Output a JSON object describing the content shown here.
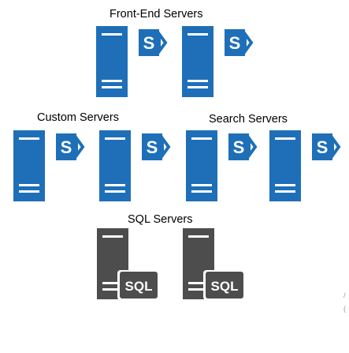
{
  "groups": {
    "front_end": {
      "label": "Front-End Servers"
    },
    "custom": {
      "label": "Custom Servers"
    },
    "search": {
      "label": "Search Servers"
    },
    "sql": {
      "label": "SQL Servers"
    }
  },
  "badges": {
    "sharepoint_letter": "S",
    "sql_label": "SQL"
  },
  "margin_marks": [
    "/",
    "("
  ],
  "colors": {
    "sharepoint_server": "#1e6fb8",
    "sharepoint_badge": "#1e6fb8",
    "sql_server": "#4d4d4d",
    "server_slot": "#ffffff",
    "label_text": "#000000"
  },
  "icons": {
    "sharepoint_server": "sharepoint-server-icon",
    "sql_server": "sql-server-icon"
  }
}
